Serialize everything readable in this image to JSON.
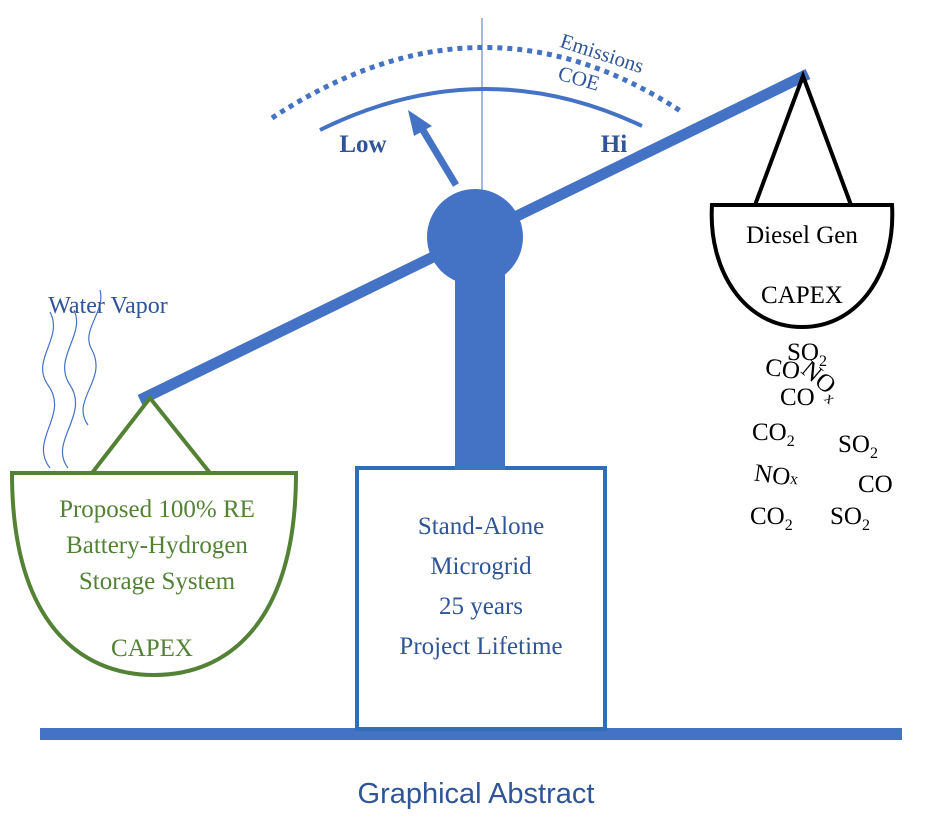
{
  "colors": {
    "blue": "#4472c4",
    "green": "#548235",
    "dark_blue": "#2f5597",
    "black": "#000000"
  },
  "gauge": {
    "top_label": "Emissions",
    "inner_label": "COE",
    "low_label": "Low",
    "high_label": "Hi"
  },
  "left_pan": {
    "vapor_label": "Water Vapor",
    "lines": [
      "Proposed 100% RE",
      "Battery-Hydrogen",
      "Storage System"
    ],
    "capex_label": "CAPEX"
  },
  "right_pan": {
    "lines": [
      "Diesel Gen"
    ],
    "capex_label": "CAPEX"
  },
  "emissions": {
    "items": [
      {
        "base": "SO",
        "sub": "2"
      },
      {
        "base": "CO",
        "sub": ""
      },
      {
        "base": "NO",
        "sub": "x"
      },
      {
        "base": "CO",
        "sub": ""
      },
      {
        "base": "CO",
        "sub": "2"
      },
      {
        "base": "SO",
        "sub": "2"
      },
      {
        "base": "NO",
        "sub": "x"
      },
      {
        "base": "CO",
        "sub": ""
      },
      {
        "base": "CO",
        "sub": "2"
      },
      {
        "base": "SO",
        "sub": "2"
      }
    ]
  },
  "center_box": {
    "lines": [
      "Stand-Alone",
      "Microgrid",
      "25 years",
      "Project Lifetime"
    ]
  },
  "caption": "Graphical Abstract"
}
